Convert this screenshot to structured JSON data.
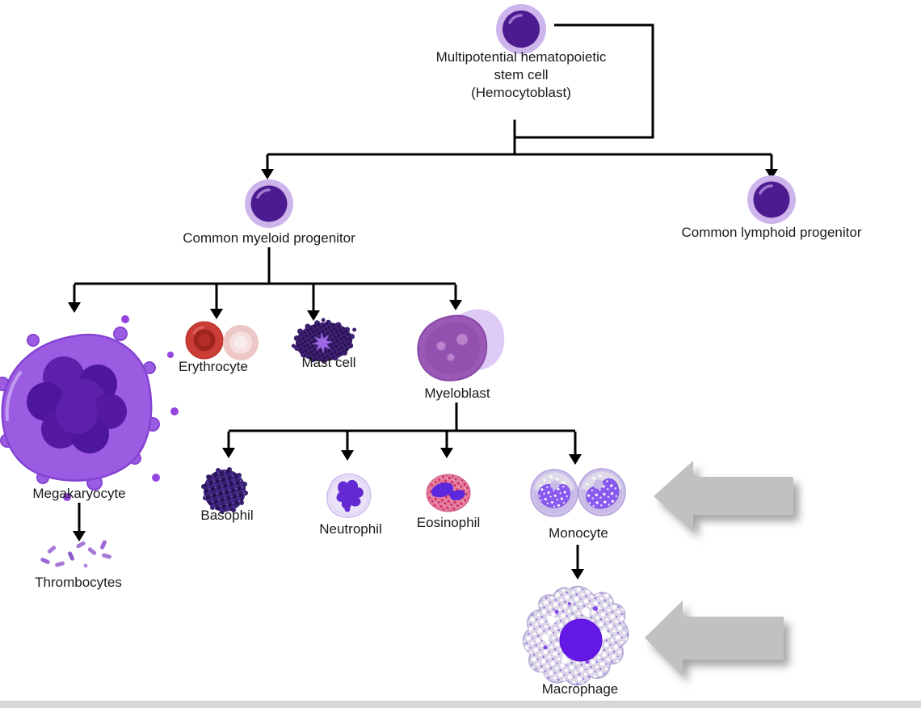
{
  "nodes": {
    "stem_cell": {
      "label_lines": [
        "Multipotential hematopoietic",
        "stem cell",
        "(Hemocytoblast)"
      ]
    },
    "common_myeloid_progenitor": {
      "label": "Common myeloid progenitor"
    },
    "common_lymphoid_progenitor": {
      "label": "Common lymphoid progenitor"
    },
    "megakaryocyte": {
      "label": "Megakaryocyte"
    },
    "erythrocyte": {
      "label": "Erythrocyte"
    },
    "mast_cell": {
      "label": "Mast cell"
    },
    "myeloblast": {
      "label": "Myeloblast"
    },
    "thrombocytes": {
      "label": "Thrombocytes"
    },
    "basophil": {
      "label": "Basophil"
    },
    "neutrophil": {
      "label": "Neutrophil"
    },
    "eosinophil": {
      "label": "Eosinophil"
    },
    "monocyte": {
      "label": "Monocyte"
    },
    "macrophage": {
      "label": "Macrophage"
    }
  },
  "annotations": {
    "monocyte_highlight": {
      "icon": "left-arrow",
      "points_at": "Monocyte"
    },
    "macrophage_highlight": {
      "icon": "left-arrow",
      "points_at": "Macrophage"
    }
  },
  "colors": {
    "connector": "#000000",
    "label_text": "#1a1a1a",
    "highlight_arrow": "#c1c1c1",
    "progenitor_outer": "#cdb5ec",
    "progenitor_nucleus": "#4b1b8f",
    "megakaryocyte_body": "#9c5ce2",
    "megakaryocyte_nucleus": "#55199f",
    "erythrocyte_red": "#ca3c35",
    "erythrocyte_pale": "#edc7c6",
    "mast_cell_base": "#3e2173",
    "mast_cell_star": "#9d69e4",
    "myeloblast_body": "#9a59b4",
    "basophil_base": "#372070",
    "neutrophil_body": "#eae3f8",
    "neutrophil_nucleus": "#6329d2",
    "eosinophil_body": "#e4809f",
    "eosinophil_nucleus": "#5c28de",
    "monocyte_body": "#c9bbe8",
    "monocyte_nucleus": "#8a5af0",
    "macrophage_body": "#dad5e7",
    "macrophage_nucleus": "#6418e6",
    "thrombocyte": "#a678d8",
    "bottom_bar": "#d8d8d8"
  }
}
